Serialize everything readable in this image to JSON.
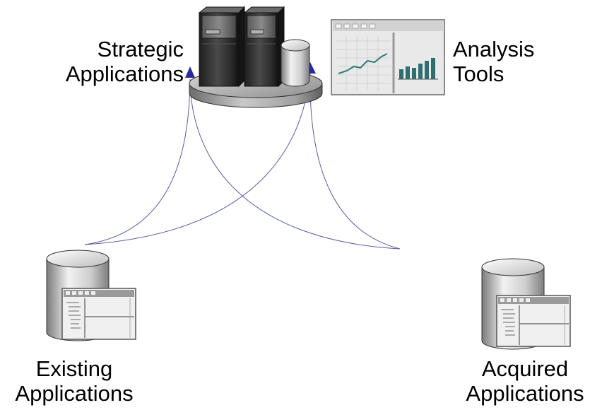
{
  "nodes": {
    "strategic": {
      "line1": "Strategic",
      "line2": "Applications"
    },
    "analysis": {
      "line1": "Analysis",
      "line2": "Tools"
    },
    "existing": {
      "line1": "Existing",
      "line2": "Applications"
    },
    "acquired": {
      "line1": "Acquired",
      "line2": "Applications"
    }
  },
  "colors": {
    "connector": "#5a5aa8",
    "arrowhead": "#2a2aa0",
    "server_dark": "#2b2b2b",
    "platform": "#9a9a9a",
    "window_frame": "#8a8a8a",
    "cylinder_light": "#e8e8e8",
    "cylinder_dark": "#8c8c8c"
  },
  "icons": {
    "hub": "server-cluster-icon",
    "analysis": "analysis-window-icon",
    "existing": "database-window-icon",
    "acquired": "database-window-icon"
  }
}
